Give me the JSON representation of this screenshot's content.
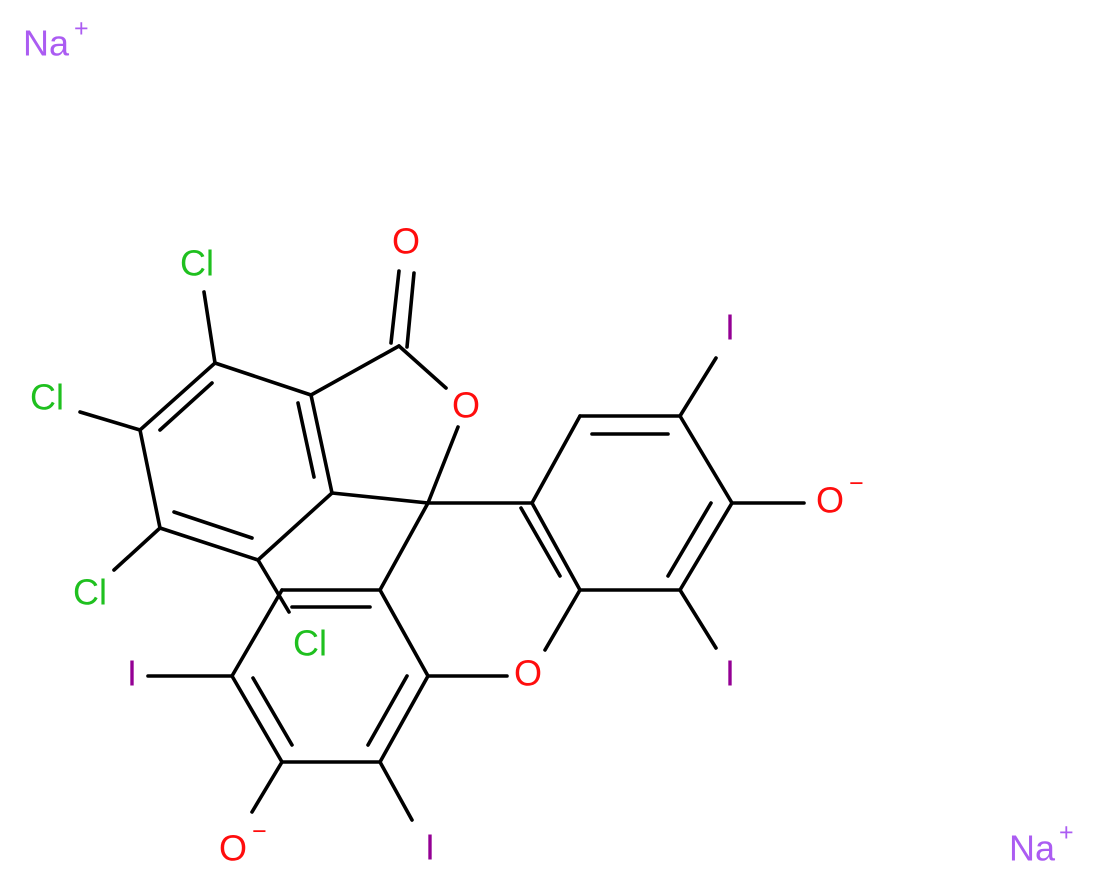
{
  "molecule": {
    "atom_labels": {
      "na_1": "Na",
      "na_1_charge": "+",
      "na_2": "Na",
      "na_2_charge": "+",
      "o_carbonyl": "O",
      "o_ring_lactone": "O",
      "o_ring_xanthene": "O",
      "o_phenoxide_right": "O",
      "o_phenoxide_right_charge": "−",
      "o_phenoxide_left": "O",
      "o_phenoxide_left_charge": "−",
      "cl_1": "Cl",
      "cl_2": "Cl",
      "cl_3": "Cl",
      "cl_4": "Cl",
      "i_right_top": "I",
      "i_right_bottom": "I",
      "i_left_top": "I",
      "i_left_bottom": "I"
    },
    "colors": {
      "bond": "#000000",
      "oxygen": "#ff0d0d",
      "chlorine": "#1fc01f",
      "iodine": "#940094",
      "sodium": "#ab5cf2"
    }
  }
}
